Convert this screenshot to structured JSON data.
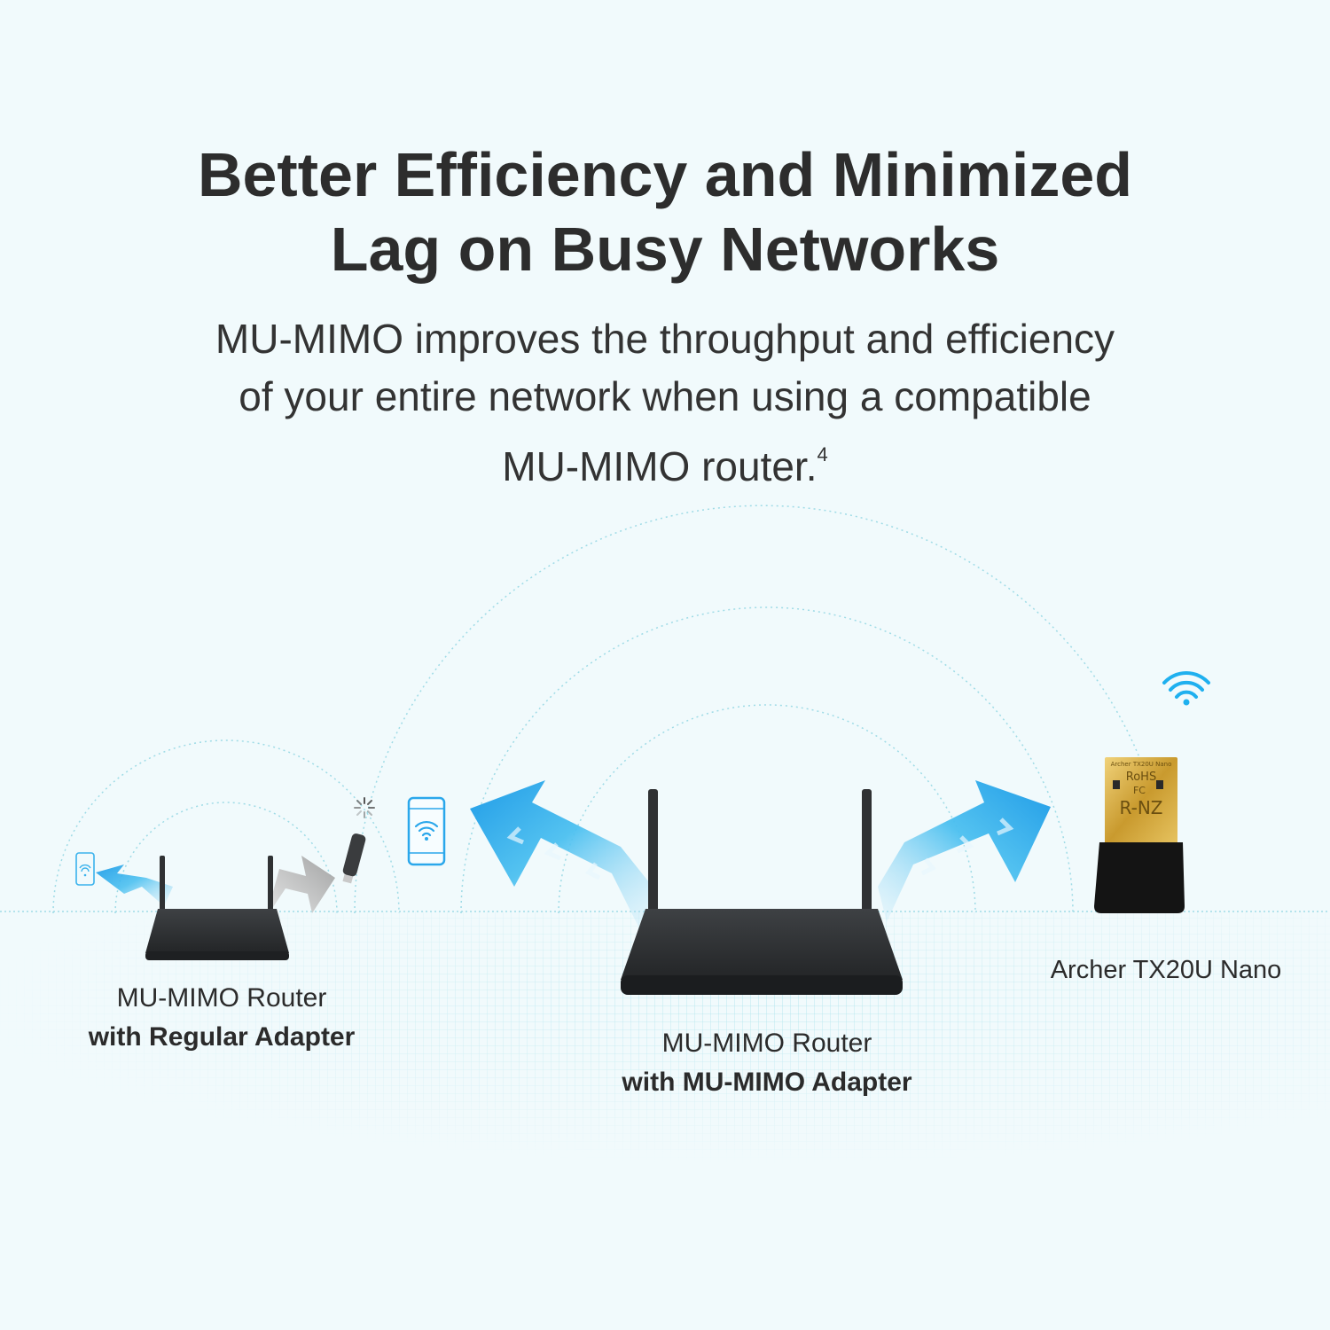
{
  "headline": {
    "line1": "Better Efficiency and Minimized",
    "line2": "Lag on Busy Networks"
  },
  "subtitle": {
    "line1": "MU-MIMO improves the throughput and efficiency",
    "line2": "of your entire network when using a compatible",
    "line3": "MU-MIMO router.",
    "footnote": "4"
  },
  "captions": {
    "left": {
      "line1": "MU-MIMO Router",
      "line2": "with Regular Adapter"
    },
    "center": {
      "line1": "MU-MIMO Router",
      "line2": "with MU-MIMO Adapter"
    },
    "right": {
      "line1": "Archer TX20U Nano"
    }
  },
  "adapter_label": {
    "brand_line": "Archer TX20U Nano",
    "rohs": "RoHS",
    "fc": "FC",
    "rnz": "R-NZ"
  },
  "colors": {
    "background": "#f1fafc",
    "accent_blue": "#1aa3e8",
    "router_body": "#2f3133",
    "adapter_gold": "#d8b44a"
  },
  "icons": [
    "wifi-icon",
    "phone-icon",
    "loading-icon",
    "router-icon",
    "usb-adapter-icon"
  ]
}
